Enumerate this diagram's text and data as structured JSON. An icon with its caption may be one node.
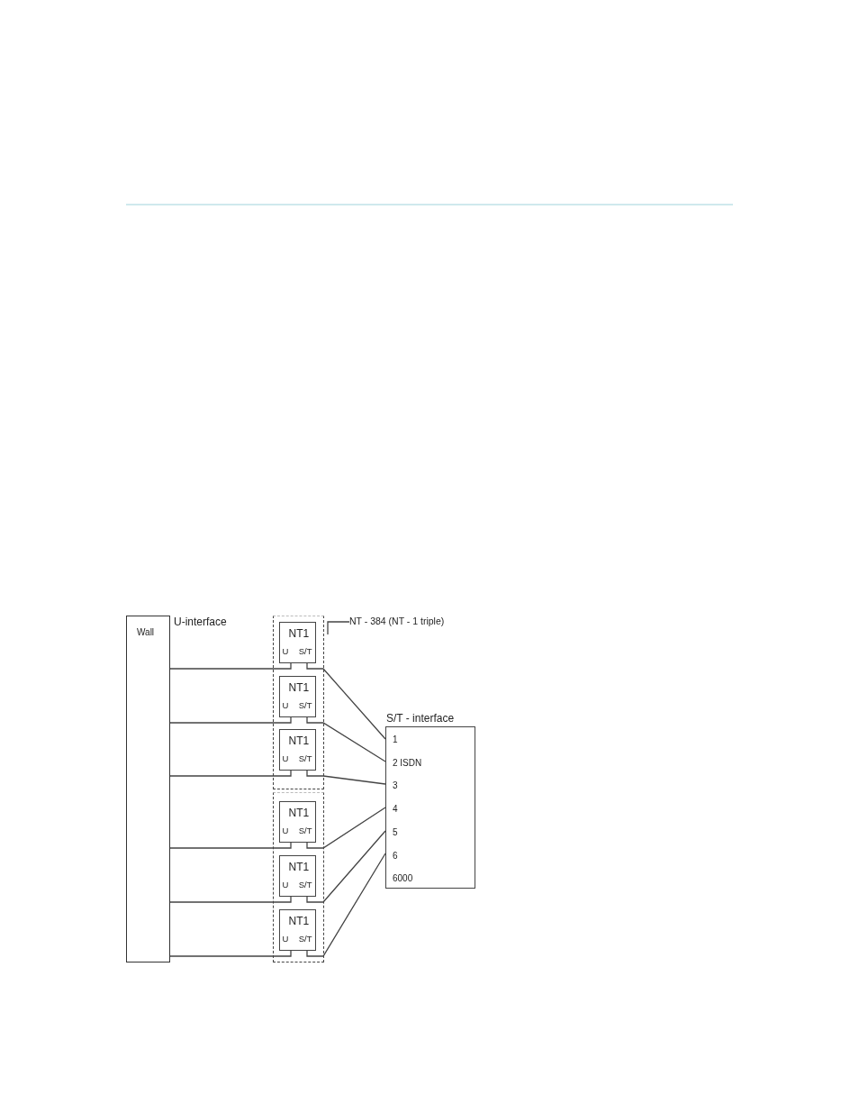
{
  "diagram": {
    "nodes": [
      {
        "text": [
          "Wall"
        ]
      },
      {
        "text": [
          "NT - 384 (NT - 1 triple)"
        ]
      },
      {
        "text": [],
        "shape": "box"
      },
      {
        "text": [
          "NT1",
          "U",
          "S/T"
        ],
        "in": 2
      },
      {
        "text": [
          "NT1",
          "U",
          "S/T"
        ],
        "in": 2
      },
      {
        "text": [
          "NT1",
          "U",
          "S/T"
        ],
        "in": 2
      },
      {
        "text": [],
        "shape": "box"
      },
      {
        "text": [
          "NT1",
          "U",
          "S/T"
        ],
        "in": 6
      },
      {
        "text": [
          "NT1",
          "U",
          "S/T"
        ],
        "in": 6
      },
      {
        "text": [
          "NT1",
          "U",
          "S/T"
        ],
        "in": 6
      },
      {
        "text": [
          "S/T - interface",
          "1",
          "2 ISDN",
          "3",
          "4",
          "5",
          "6",
          "6000"
        ]
      }
    ],
    "edges": [
      {
        "from": 1,
        "to": 2,
        "arrow": "none"
      },
      {
        "from": 0,
        "to": 3,
        "arrow": "none"
      },
      {
        "from": 0,
        "to": 4,
        "arrow": "none"
      },
      {
        "from": 0,
        "to": 5,
        "arrow": "none"
      },
      {
        "from": 0,
        "to": 7,
        "arrow": "none"
      },
      {
        "from": 0,
        "to": 8,
        "arrow": "none"
      },
      {
        "from": 0,
        "to": 9,
        "arrow": "none"
      },
      {
        "from": 3,
        "to": 10,
        "arrow": "none"
      },
      {
        "from": 4,
        "to": 10,
        "arrow": "none"
      },
      {
        "from": 5,
        "to": 10,
        "arrow": "none"
      },
      {
        "from": 7,
        "to": 10,
        "arrow": "none"
      },
      {
        "from": 8,
        "to": 10,
        "arrow": "none"
      },
      {
        "from": 9,
        "to": 10,
        "arrow": "none"
      }
    ],
    "labels": [
      "U-interface"
    ]
  }
}
